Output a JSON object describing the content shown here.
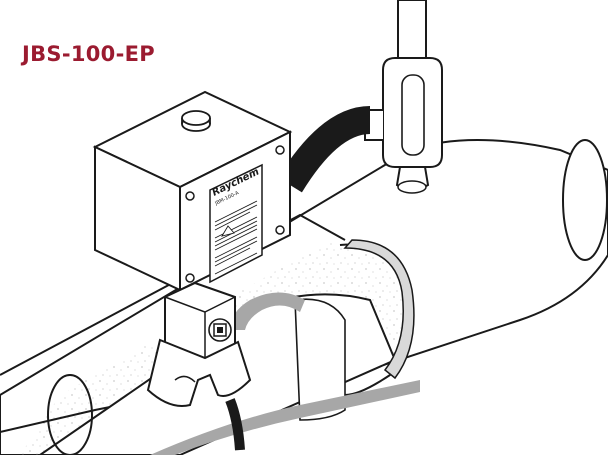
{
  "title": "JBS-100-EP",
  "colors": {
    "title": "#9b1b30",
    "line": "#1a1a1a",
    "pipe": "#ffffff",
    "insulation": "#f4f4f4",
    "cutaway_band": "#d9d9d9",
    "heating_cable": "#a7a7a7"
  },
  "labels": {
    "brand": "Raychem",
    "model": "JBM-100-A"
  }
}
